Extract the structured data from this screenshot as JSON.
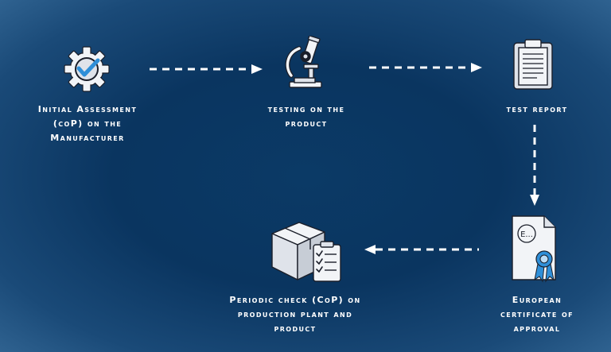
{
  "steps": [
    {
      "icon": "gear-check-icon",
      "label_line1": "Initial Assessment",
      "label_line2": "(coP) on the",
      "label_line3": "Manufacturer"
    },
    {
      "icon": "microscope-icon",
      "label_line1": "testing on the",
      "label_line2": "product"
    },
    {
      "icon": "clipboard-icon",
      "label_line1": "test report"
    },
    {
      "icon": "certificate-icon",
      "cert_letter": "E...",
      "label_line1": "European",
      "label_line2": "certificate of",
      "label_line3": "approval"
    },
    {
      "icon": "box-checklist-icon",
      "label_line1": "Periodic check (CoP) on",
      "label_line2": "production plant and",
      "label_line3": "product"
    }
  ],
  "colors": {
    "accent": "#2f8fd8",
    "icon_light": "#f2f4f7",
    "icon_grey": "#dfe3ea",
    "outline": "#1b1f2a"
  }
}
